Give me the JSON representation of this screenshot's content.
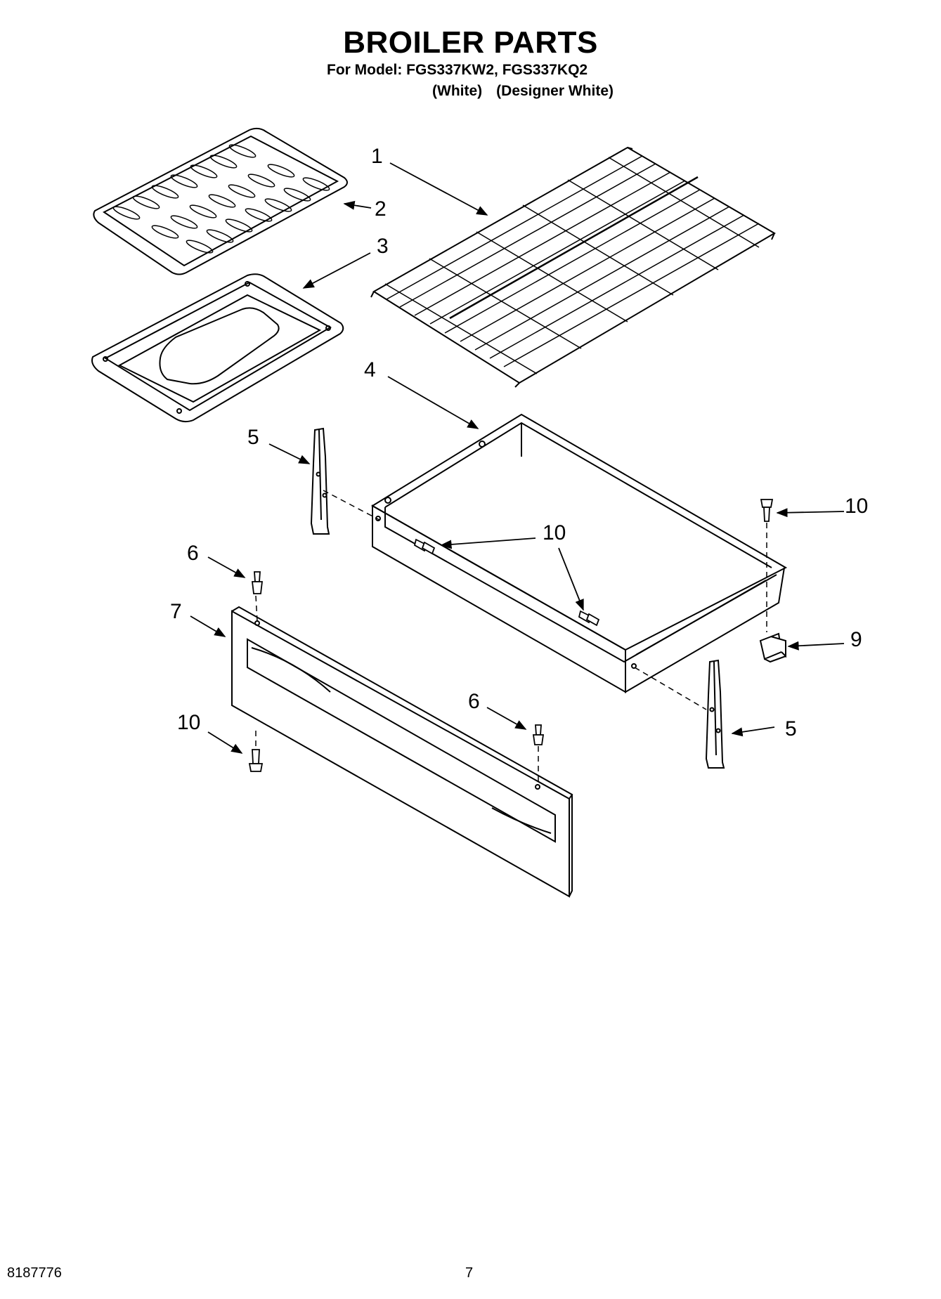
{
  "header": {
    "title": "BROILER PARTS",
    "model_line": "For Model: FGS337KW2, FGS337KQ2",
    "color_a": "(White)",
    "color_b": "(Designer White)"
  },
  "callouts": {
    "c1": "1",
    "c2": "2",
    "c3": "3",
    "c4": "4",
    "c5a": "5",
    "c5b": "5",
    "c6a": "6",
    "c6b": "6",
    "c7": "7",
    "c9": "9",
    "c10a": "10",
    "c10b": "10",
    "c10c": "10"
  },
  "footer": {
    "doc_number": "8187776",
    "page_number": "7"
  }
}
